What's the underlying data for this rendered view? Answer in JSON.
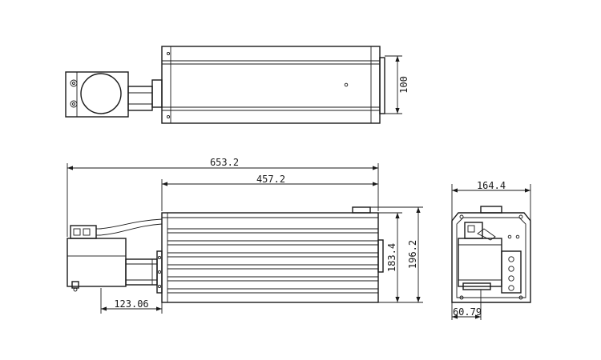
{
  "dimensions": {
    "top_height": "100",
    "overall_length": "653.2",
    "body_length": "457.2",
    "front_offset": "123.06",
    "body_height": "183.4",
    "overall_height": "196.2",
    "end_width": "164.4",
    "end_offset": "60.79"
  }
}
